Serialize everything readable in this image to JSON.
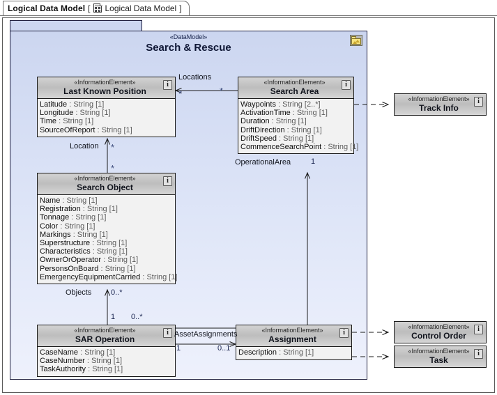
{
  "tab": {
    "title": "Logical Data Model",
    "bracket_open": "[",
    "icon": "diagram-icon",
    "subtitle": "Logical Data Model",
    "bracket_close": "]"
  },
  "package": {
    "stereotype": "«DataModel»",
    "name": "Search & Rescue",
    "icon": "package-folder-icon"
  },
  "classes": {
    "last_known_position": {
      "stereotype": "«InformationElement»",
      "name": "Last Known Position",
      "info_glyph": "i",
      "attributes": [
        {
          "name": "Latitude",
          "type": ": String [1]"
        },
        {
          "name": "Longitude",
          "type": ": String [1]"
        },
        {
          "name": "Time",
          "type": ": String [1]"
        },
        {
          "name": "SourceOfReport",
          "type": ": String [1]"
        }
      ]
    },
    "search_area": {
      "stereotype": "«InformationElement»",
      "name": "Search Area",
      "info_glyph": "i",
      "attributes": [
        {
          "name": "Waypoints",
          "type": ": String [2..*]"
        },
        {
          "name": "ActivationTime",
          "type": ": String [1]"
        },
        {
          "name": "Duration",
          "type": ": String [1]"
        },
        {
          "name": "DriftDirection",
          "type": ": String [1]"
        },
        {
          "name": "DriftSpeed",
          "type": ": String [1]"
        },
        {
          "name": "CommenceSearchPoint",
          "type": ": String [1]"
        }
      ]
    },
    "search_object": {
      "stereotype": "«InformationElement»",
      "name": "Search Object",
      "info_glyph": "i",
      "attributes": [
        {
          "name": "Name",
          "type": ": String [1]"
        },
        {
          "name": "Registration",
          "type": ": String [1]"
        },
        {
          "name": "Tonnage",
          "type": ": String [1]"
        },
        {
          "name": "Color",
          "type": ": String [1]"
        },
        {
          "name": "Markings",
          "type": ": String [1]"
        },
        {
          "name": "Superstructure",
          "type": ": String [1]"
        },
        {
          "name": "Characteristics",
          "type": ": String [1]"
        },
        {
          "name": "OwnerOrOperator",
          "type": ": String [1]"
        },
        {
          "name": "PersonsOnBoard",
          "type": ": String [1]"
        },
        {
          "name": "EmergencyEquipmentCarried",
          "type": ": String [1]"
        }
      ]
    },
    "sar_operation": {
      "stereotype": "«InformationElement»",
      "name": "SAR Operation",
      "info_glyph": "i",
      "attributes": [
        {
          "name": "CaseName",
          "type": ": String [1]"
        },
        {
          "name": "CaseNumber",
          "type": ": String [1]"
        },
        {
          "name": "TaskAuthority",
          "type": ": String [1]"
        }
      ]
    },
    "assignment": {
      "stereotype": "«InformationElement»",
      "name": "Assignment",
      "info_glyph": "i",
      "attributes": [
        {
          "name": "Description",
          "type": ": String [1]"
        }
      ]
    },
    "track_info": {
      "stereotype": "«InformationElement»",
      "name": "Track Info",
      "info_glyph": "i",
      "attributes": []
    },
    "control_order": {
      "stereotype": "«InformationElement»",
      "name": "Control Order",
      "info_glyph": "i",
      "attributes": []
    },
    "task": {
      "stereotype": "«InformationElement»",
      "name": "Task",
      "info_glyph": "i",
      "attributes": []
    }
  },
  "associations": {
    "locations": {
      "label": "Locations",
      "source_mult": "*",
      "target_mult": "*"
    },
    "location": {
      "label": "Location",
      "source_mult": "*",
      "target_mult": "*"
    },
    "operational_area": {
      "label": "OperationalArea",
      "target_mult": "1"
    },
    "objects": {
      "label": "Objects",
      "source_mult": "0..*",
      "target_mult": "1"
    },
    "search_area_link": {
      "source_mult": "0..*"
    },
    "asset_assignments": {
      "label": "AssetAssignments",
      "source_mult": "1",
      "target_mult": "0..1"
    }
  },
  "colors": {
    "package_fill": "#ccd6f0",
    "class_header": "#c6c6c6",
    "class_body": "#f2f2f2",
    "line": "#1a1a1a"
  }
}
